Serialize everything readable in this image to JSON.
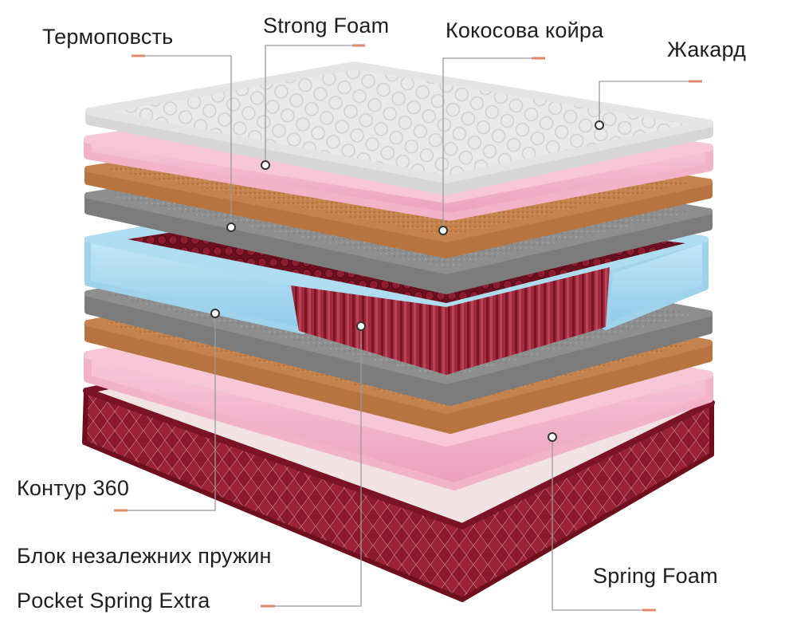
{
  "labels": {
    "thermo": "Термоповсть",
    "strong_foam": "Strong Foam",
    "coco": "Кокосова койра",
    "jacquard": "Жакард",
    "contour": "Контур 360",
    "spring_block": "Блок незалежних пружин",
    "pocket": "Pocket Spring Extra",
    "spring_foam": "Spring Foam"
  },
  "colors": {
    "accent_dash": "#e08a6a",
    "leader": "#9a9a9a",
    "jacquard": "#e6e6e6",
    "foam_pink": "#f5b7cc",
    "coco": "#c4824c",
    "felt": "#8c8c8c",
    "contour_blue": "#a8d9ef",
    "springs": "#7e1526",
    "base_red": "#8a1a2c"
  }
}
